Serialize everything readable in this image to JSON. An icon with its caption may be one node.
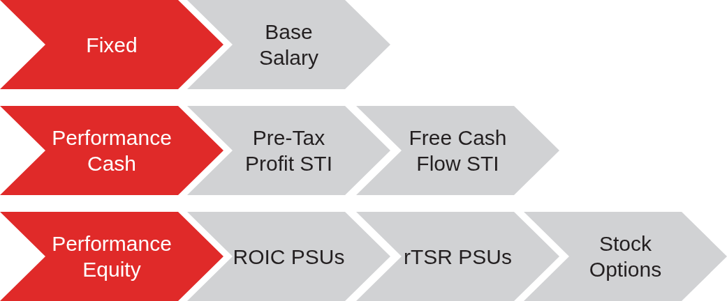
{
  "diagram": {
    "nodes": [
      {
        "text": [
          "Fixed"
        ]
      },
      {
        "text": [
          "Base Salary"
        ]
      },
      {
        "text": [
          "Performance Cash"
        ]
      },
      {
        "text": [
          "Pre-Tax Profit STI"
        ]
      },
      {
        "text": [
          "Free Cash Flow STI"
        ]
      },
      {
        "text": [
          "Performance Equity"
        ]
      },
      {
        "text": [
          "ROIC PSUs"
        ]
      },
      {
        "text": [
          "rTSR PSUs"
        ]
      },
      {
        "text": [
          "Stock Options"
        ]
      }
    ]
  }
}
